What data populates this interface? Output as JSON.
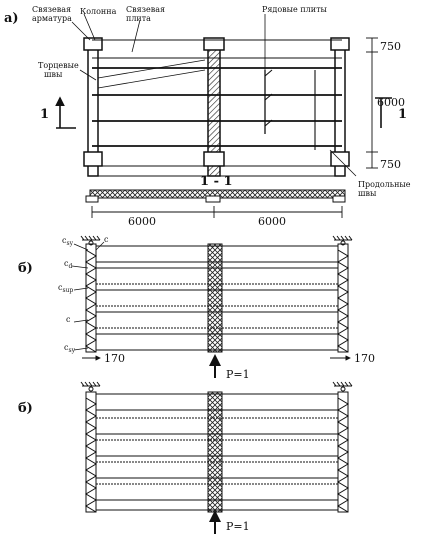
{
  "panel_a": {
    "letter": "а)",
    "labels": {
      "svyaz_armatura_line1": "Связевая",
      "svyaz_armatura_line2": "арматура",
      "kolonna": "Колонна",
      "svyaz_plita_line1": "Связевая",
      "svyaz_plita_line2": "плита",
      "ryadovye_line1": "Рядовые плиты",
      "tortsevye_line1": "Торцевые",
      "tortsevye_line2": "швы",
      "prodolnye_line1": "Продольные",
      "prodolnye_line2": "швы"
    },
    "dims": {
      "top": "750",
      "middle": "6000",
      "bottom": "750",
      "span_left": "6000",
      "span_right": "6000"
    },
    "section": {
      "mark": "1",
      "center": "1 - 1"
    }
  },
  "panel_b1": {
    "letter": "б)",
    "labels": {
      "csy_top": "c",
      "csy_top_sub": "sy",
      "c_top": "c",
      "cd": "c",
      "cd_sub": "d",
      "csup": "c",
      "csup_sub": "sup",
      "c_mid": "c",
      "csy_bot": "c",
      "csy_bot_sub": "sy"
    },
    "dims": {
      "left": "170",
      "right": "170"
    },
    "load": "P=1"
  },
  "panel_b2": {
    "letter": "б)",
    "load": "P=1"
  }
}
